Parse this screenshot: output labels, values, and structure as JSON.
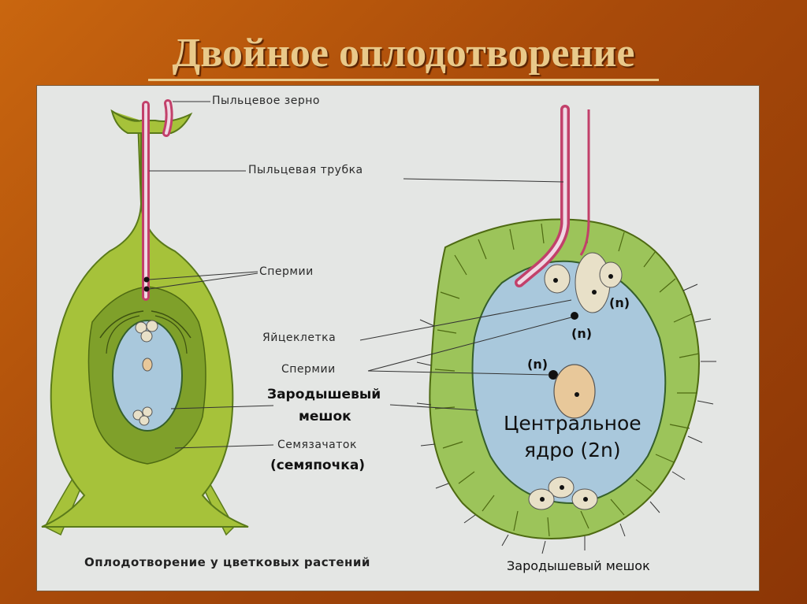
{
  "title": "Двойное оплодотворение",
  "left_diagram": {
    "labels": {
      "pollen_grain": "Пыльцевое зерно",
      "pollen_tube": "Пыльцевая трубка",
      "sperm_top": "Спермии",
      "egg_cell": "Яйцеклетка",
      "sperm_bottom": "Спермии",
      "embryo_sac": "Зародышевый",
      "embryo_sac_2": "мешок",
      "ovule": "Семязачаток",
      "ovule_alt": "(семяпочка)"
    },
    "caption": "Оплодотворение у цветковых растений"
  },
  "right_diagram": {
    "ploidy_1": "(n)",
    "ploidy_2": "(n)",
    "ploidy_3": "(n)",
    "central_nucleus_line1": "Центральное",
    "central_nucleus_line2": "ядро (2n)",
    "caption": "Зародышевый мешок"
  },
  "colors": {
    "tissue_green": "#a6c23a",
    "cell_green": "#9cc45a",
    "sac_blue": "#a9c8dc",
    "tube_pink": "#c2406a",
    "background_orange": "#b8560c"
  }
}
